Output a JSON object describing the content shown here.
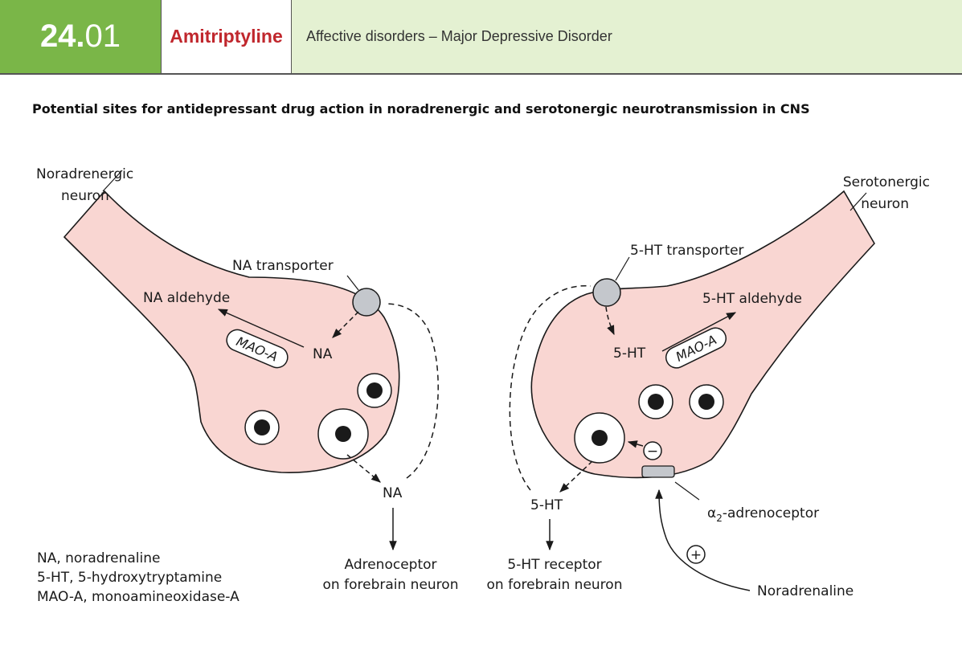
{
  "header": {
    "section_major": "24.",
    "section_minor": "01",
    "drug_name": "Amitriptyline",
    "category": "Affective disorders – Major Depressive Disorder"
  },
  "title": "Potential sites for antidepressant drug action in noradrenergic and serotonergic neurotransmission in CNS",
  "left_neuron": {
    "name_line1": "Noradrenergic",
    "name_line2": "neuron",
    "transporter_label": "NA transporter",
    "aldehyde_label": "NA aldehyde",
    "enzyme_label": "MAO-A",
    "transmitter_label": "NA",
    "released_label": "NA",
    "receptor_line1": "Adrenoceptor",
    "receptor_line2": "on forebrain neuron"
  },
  "right_neuron": {
    "name_line1": "Serotonergic",
    "name_line2": "neuron",
    "transporter_label": "5-HT transporter",
    "aldehyde_label": "5-HT aldehyde",
    "enzyme_label": "MAO-A",
    "transmitter_label": "5-HT",
    "released_label": "5-HT",
    "receptor_line1": "5-HT receptor",
    "receptor_line2": "on forebrain neuron",
    "autoreceptor_alpha": "α",
    "autoreceptor_sub": "2",
    "autoreceptor_rest": "-adrenoceptor",
    "inhibit_symbol": "−",
    "stimulate_symbol": "+",
    "agonist_label": "Noradrenaline"
  },
  "legend": [
    "NA, noradrenaline",
    "5-HT, 5-hydroxytryptamine",
    "MAO-A, monoamineoxidase-A"
  ],
  "colors": {
    "header_green": "#7ab648",
    "header_light_green": "#e4f1d2",
    "drug_red": "#c0272d",
    "neuron_fill": "#f9d6d2",
    "transporter_fill": "#c4c7cc"
  }
}
